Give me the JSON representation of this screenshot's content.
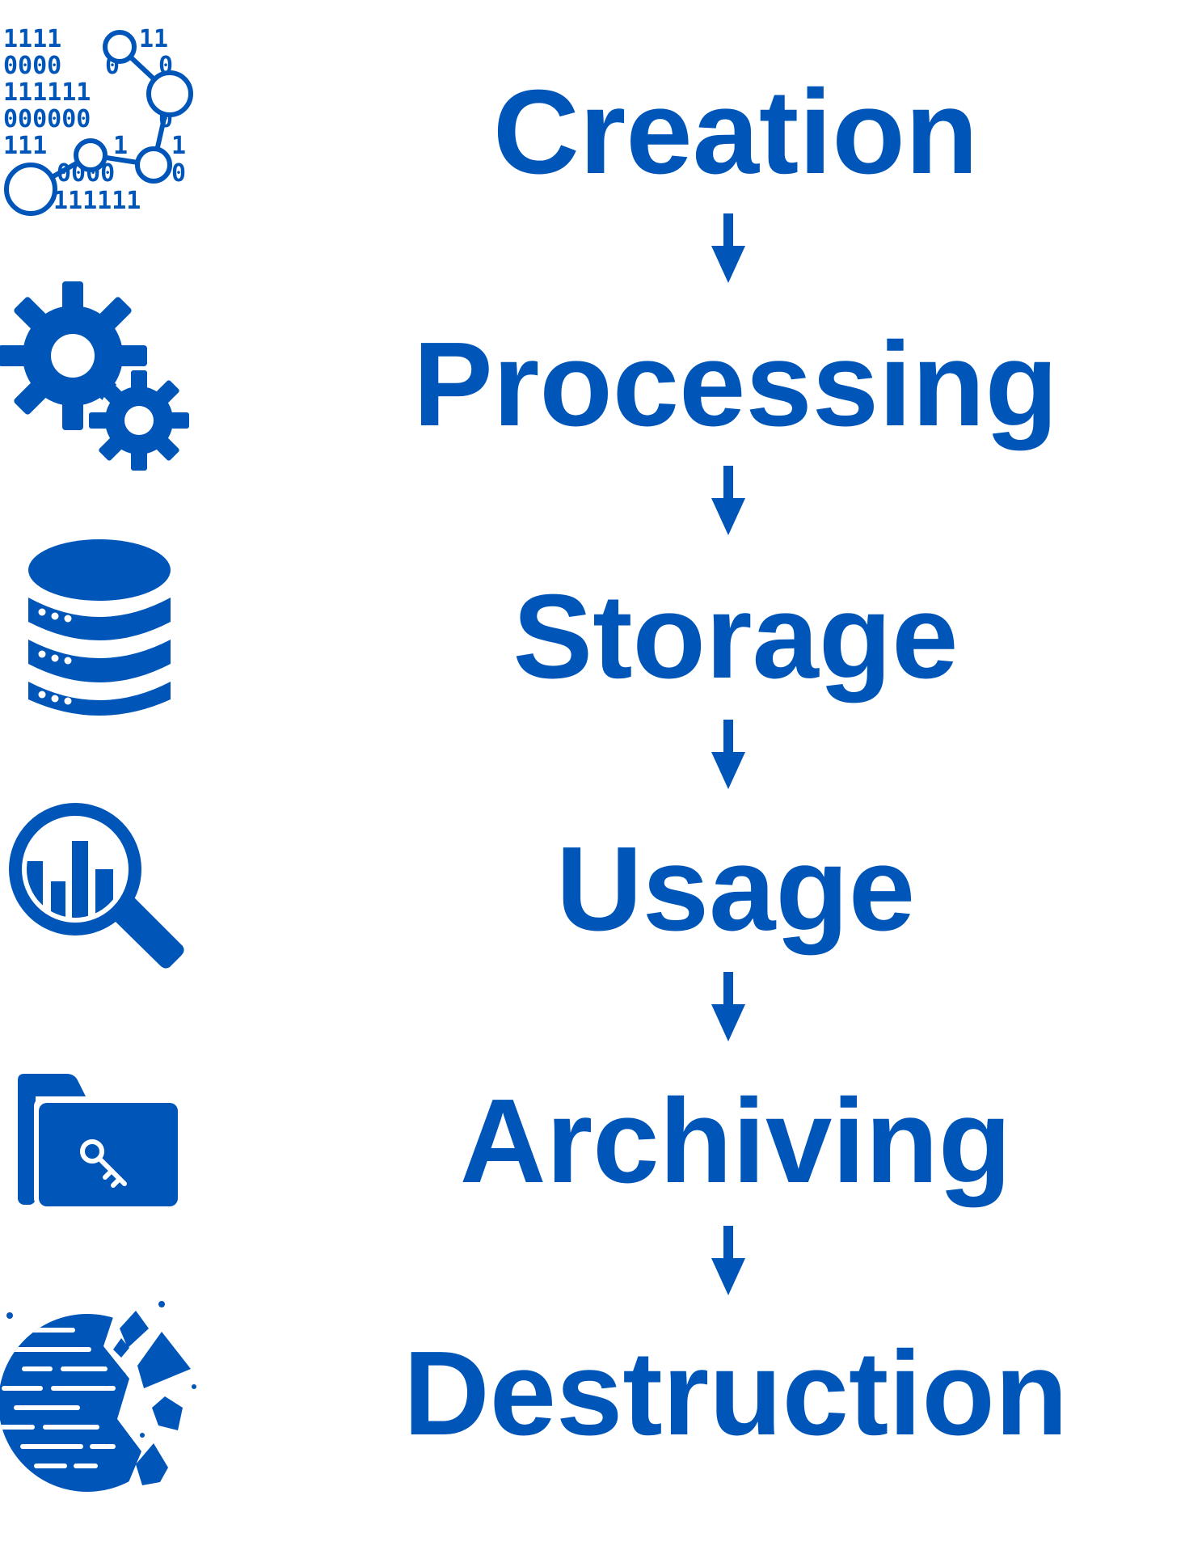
{
  "theme": {
    "accent": "#0055B8",
    "background": "#FFFFFF"
  },
  "stages": [
    {
      "label": "Creation",
      "icon": "binary-data-network-icon"
    },
    {
      "label": "Processing",
      "icon": "gears-icon"
    },
    {
      "label": "Storage",
      "icon": "database-icon"
    },
    {
      "label": "Usage",
      "icon": "magnifier-chart-icon"
    },
    {
      "label": "Archiving",
      "icon": "folder-key-icon"
    },
    {
      "label": "Destruction",
      "icon": "shredded-disc-icon"
    }
  ]
}
